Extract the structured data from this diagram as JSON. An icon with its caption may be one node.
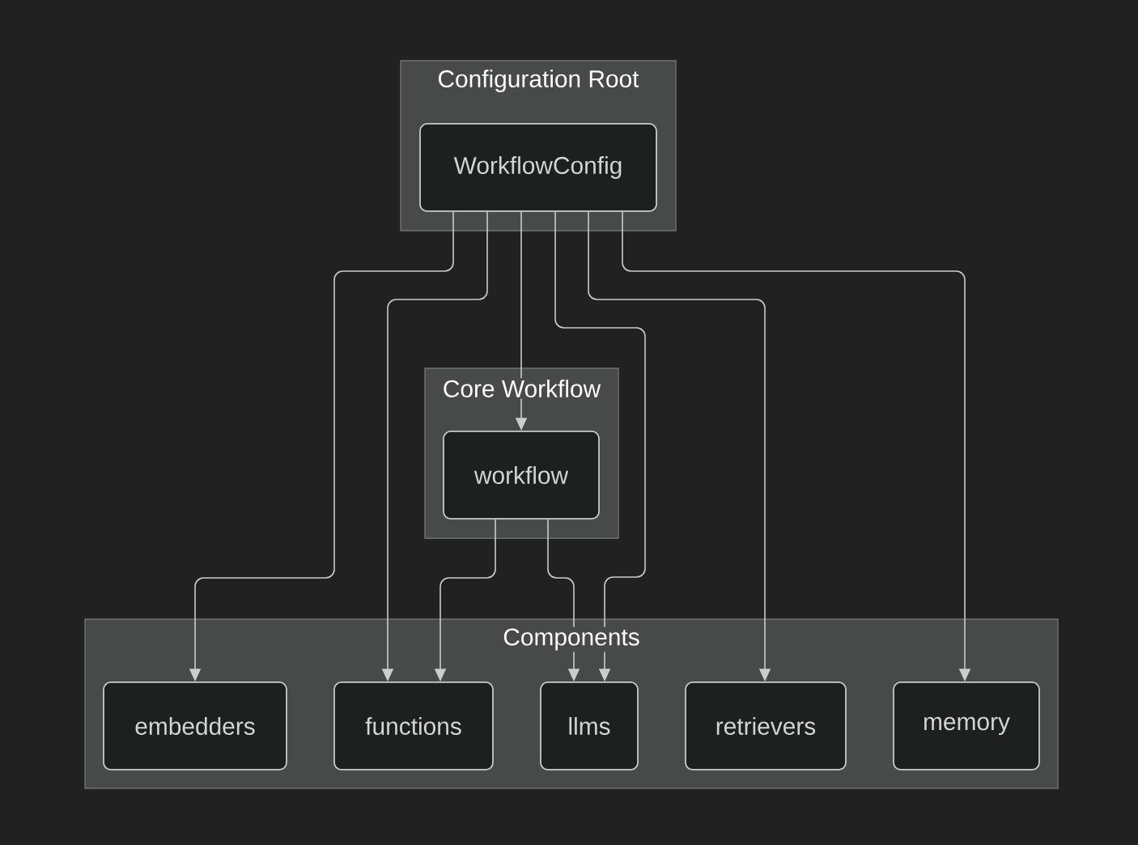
{
  "diagram": {
    "nodes": [
      {
        "text": [
          "Configuration Root"
        ]
      },
      {
        "text": [
          "WorkflowConfig"
        ],
        "in": 0
      },
      {
        "text": [
          "Core Workflow"
        ]
      },
      {
        "text": [
          "workflow"
        ],
        "in": 2
      },
      {
        "text": [
          "Components"
        ]
      },
      {
        "text": [
          "embedders"
        ],
        "in": 4
      },
      {
        "text": [
          "functions"
        ],
        "in": 4
      },
      {
        "text": [
          "llms"
        ],
        "in": 4
      },
      {
        "text": [
          "retrievers"
        ],
        "in": 4
      },
      {
        "text": [
          "memory"
        ],
        "in": 4
      }
    ],
    "edges": [
      {
        "from": 1,
        "to": 5,
        "arrow": "to"
      },
      {
        "from": 1,
        "to": 6,
        "arrow": "to"
      },
      {
        "from": 1,
        "to": 3,
        "arrow": "to"
      },
      {
        "from": 1,
        "to": 7,
        "arrow": "to"
      },
      {
        "from": 1,
        "to": 8,
        "arrow": "to"
      },
      {
        "from": 1,
        "to": 9,
        "arrow": "to"
      },
      {
        "from": 3,
        "to": 6,
        "arrow": "to"
      },
      {
        "from": 3,
        "to": 7,
        "arrow": "to"
      }
    ]
  }
}
